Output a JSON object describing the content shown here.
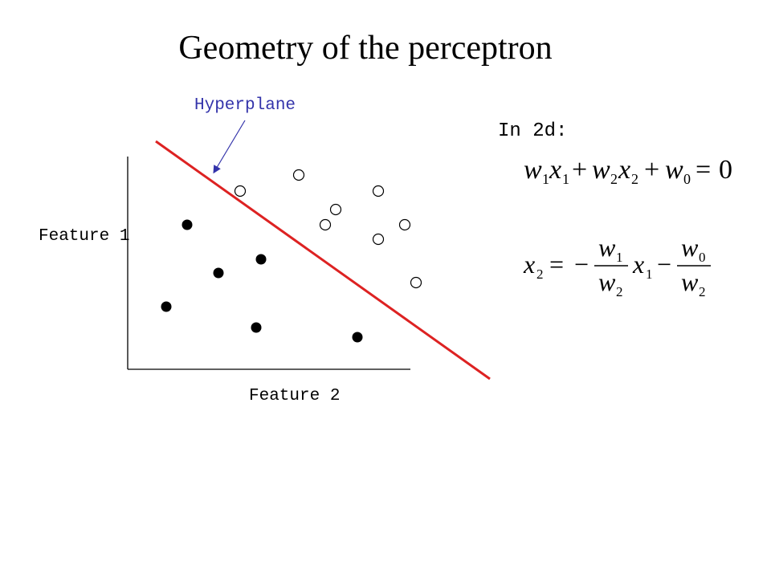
{
  "title": "Geometry of the perceptron",
  "hyperplane_label": "Hyperplane",
  "in2d_label": "In 2d:",
  "axis": {
    "feature1_label": "Feature 1",
    "feature2_label": "Feature 2"
  },
  "equations": {
    "eq1": {
      "w1": "w",
      "sub1": "1",
      "x1": "x",
      "sub2": "1",
      "plus1": "+",
      "w2": "w",
      "sub3": "2",
      "x2": "x",
      "sub4": "2",
      "plus2": "+",
      "w0": "w",
      "sub5": "0",
      "equals": "=",
      "zero": "0"
    },
    "eq2": {
      "x2": "x",
      "sub_x2": "2",
      "equals": "=",
      "minus1": "−",
      "num1": "w",
      "num1_sub": "1",
      "den1": "w",
      "den1_sub": "2",
      "x1": "x",
      "sub_x1": "1",
      "minus2": "−",
      "num2": "w",
      "num2_sub": "0",
      "den2": "w",
      "den2_sub": "2"
    }
  },
  "colors": {
    "hyperplane_line": "#dd2222",
    "hyperplane_label": "#3333aa",
    "arrow": "#3333aa"
  }
}
